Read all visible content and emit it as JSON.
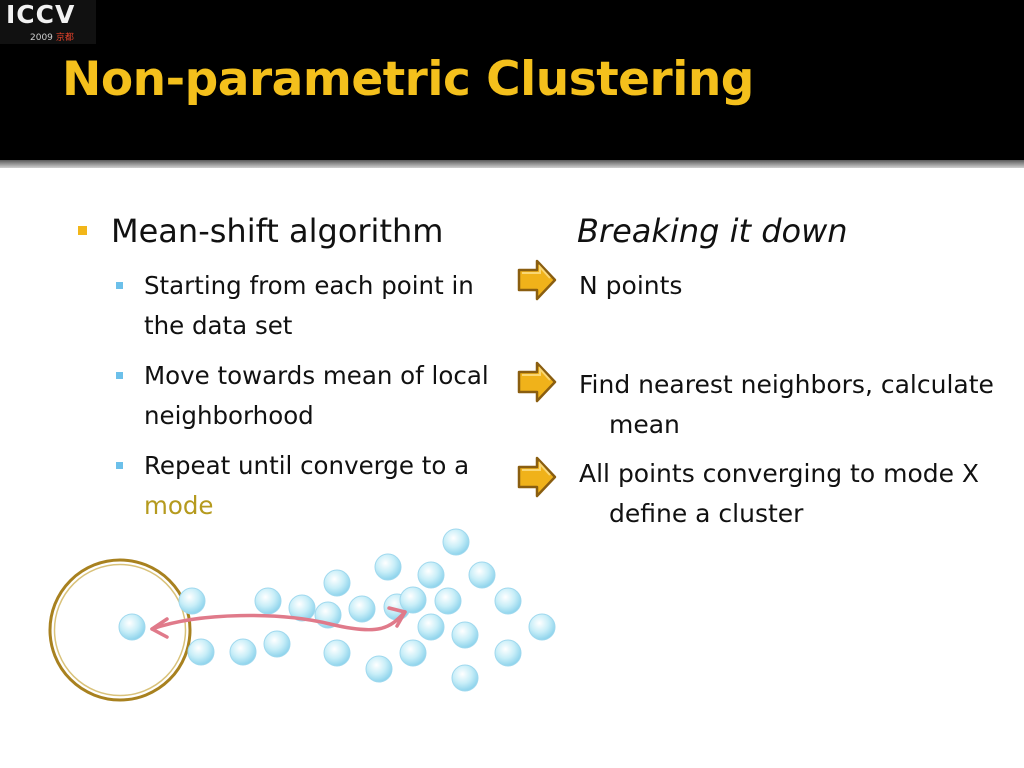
{
  "logo": {
    "main": "ICCV",
    "year": "2009",
    "city": "京都"
  },
  "slide": {
    "title": "Non-parametric Clustering"
  },
  "left": {
    "heading": "Mean-shift algorithm",
    "steps": [
      {
        "text": "Starting from each point in the data set"
      },
      {
        "text": "Move towards mean of local neighborhood"
      },
      {
        "text_before": "Repeat until converge to a ",
        "highlight": "mode"
      }
    ]
  },
  "right": {
    "heading": "Breaking it down",
    "items": [
      "N points",
      "Find nearest neighbors, calculate mean",
      "All points converging to mode X define a cluster"
    ]
  },
  "colors": {
    "title": "#f4c01c",
    "header_bg": "#000000",
    "bullet_l1": "#f2b619",
    "bullet_l2": "#6cc0ea",
    "mode_highlight": "#b59a1e",
    "arrow_fill": "#f0b21a",
    "point_fill": "#c8eef8",
    "window_circle": "#a8811f",
    "path_arrow": "#e07a8a"
  },
  "icons": {
    "step_arrow": "right-arrow-icon"
  }
}
